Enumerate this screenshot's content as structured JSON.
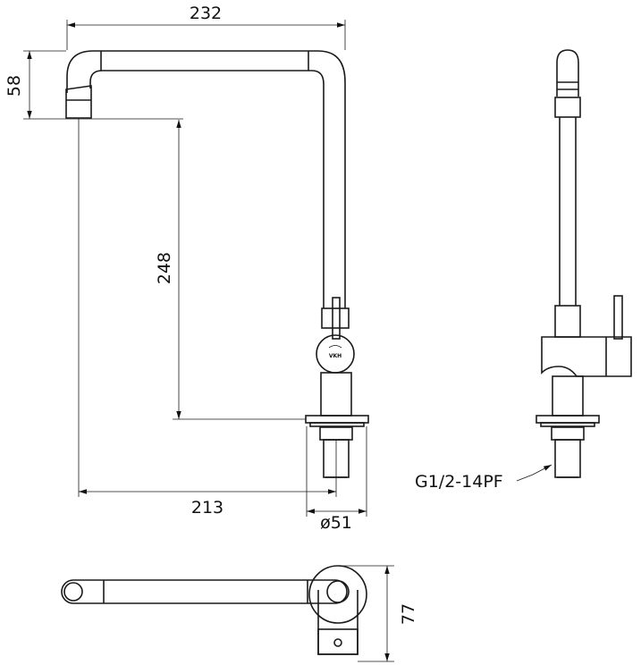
{
  "dimensions": {
    "width_top": "232",
    "spout_height": "58",
    "height_under_spout": "248",
    "reach": "213",
    "base_diameter": "ø51",
    "thread": "G1/2-14PF",
    "depth_top_view": "77"
  },
  "logo": "VKH"
}
